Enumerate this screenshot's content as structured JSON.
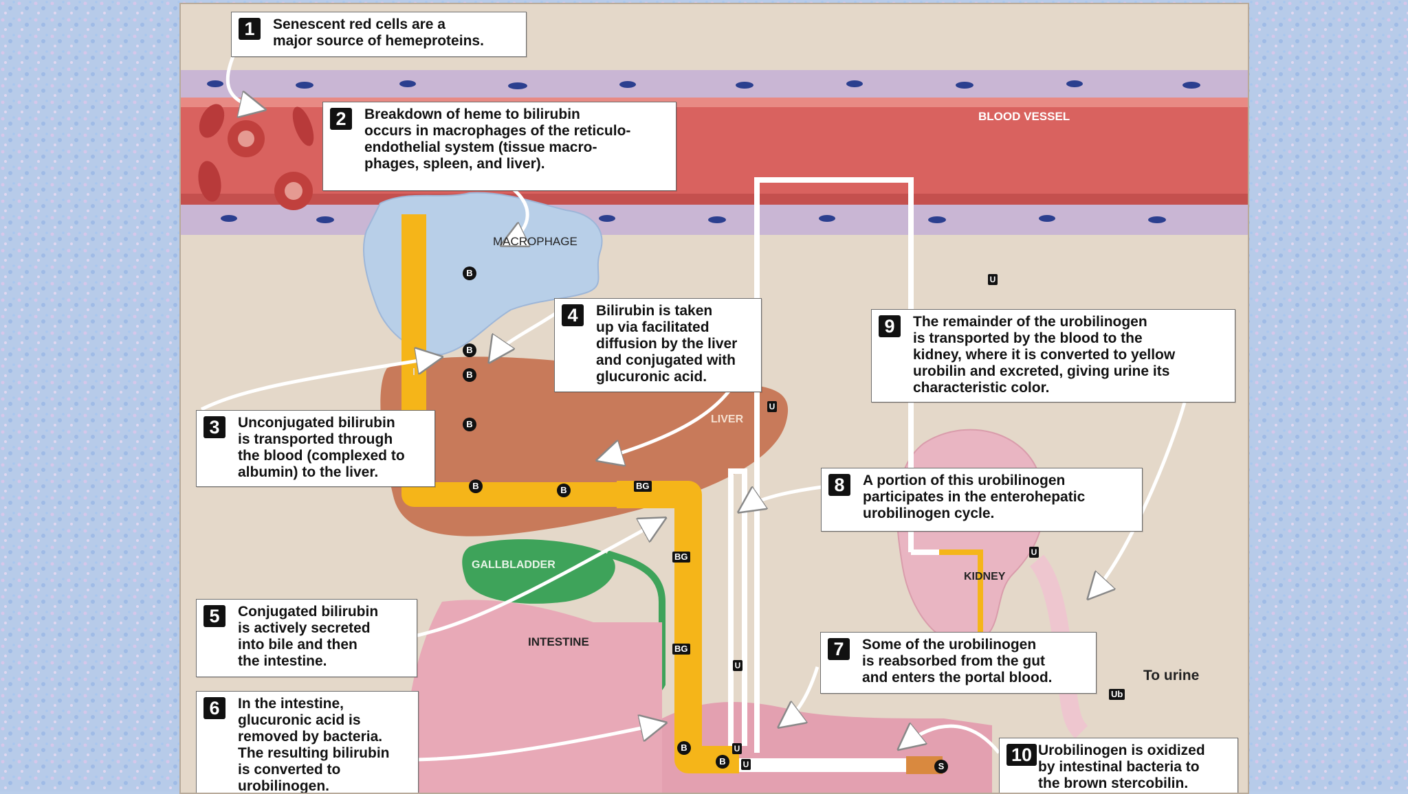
{
  "callouts": [
    {
      "num": "1",
      "text": "Senescent red cells are a\nmajor source of hemeproteins."
    },
    {
      "num": "2",
      "text": "Breakdown of heme to bilirubin\noccurs in macrophages of the reticulo-\nendothelial system (tissue macro-\nphages, spleen, and liver)."
    },
    {
      "num": "3",
      "text": "Unconjugated bilirubin\nis transported through\nthe blood (complexed to\nalbumin) to the liver."
    },
    {
      "num": "4",
      "text": "Bilirubin is taken\nup via facilitated\ndiffusion by the liver\nand conjugated with\nglucuronic acid."
    },
    {
      "num": "5",
      "text": "Conjugated bilirubin\nis actively secreted\ninto bile and then\nthe intestine."
    },
    {
      "num": "6",
      "text": "In the intestine,\nglucuronic acid is\nremoved by bacteria.\nThe resulting bilirubin\nis converted to\nurobilinogen."
    },
    {
      "num": "7",
      "text": "Some of the urobilinogen\nis reabsorbed from the gut\nand enters the portal blood."
    },
    {
      "num": "8",
      "text": "A portion of this urobilinogen\nparticipates in the enterohepatic\nurobilinogen cycle."
    },
    {
      "num": "9",
      "text": "The remainder of the urobilinogen\nis transported by the blood to the\nkidney, where it is converted to yellow\nurobilin and excreted, giving urine its\ncharacteristic color."
    },
    {
      "num": "10",
      "text": "Urobilinogen is oxidized\nby intestinal bacteria to\nthe brown stercobilin."
    }
  ],
  "labels": {
    "blood_vessel": "BLOOD VESSEL",
    "macrophage": "MACROPHAGE",
    "liver": "LIVER",
    "gallbladder": "GALLBLADDER",
    "intestine": "INTESTINE",
    "kidney": "KIDNEY",
    "to_urine": "To urine"
  },
  "badges": {
    "B": "B",
    "BG": "BG",
    "U": "U",
    "Ub": "Ub",
    "S": "S"
  },
  "colors": {
    "bile_pathway": "#f5b519",
    "blood_vessel": "#d9625f",
    "liver": "#c87a5a",
    "gallbladder": "#3ea35a",
    "macrophage": "#b8cfe8",
    "intestine": "#e8a9b7",
    "kidney": "#e9b5c2",
    "stercobilin": "#d9893f"
  }
}
